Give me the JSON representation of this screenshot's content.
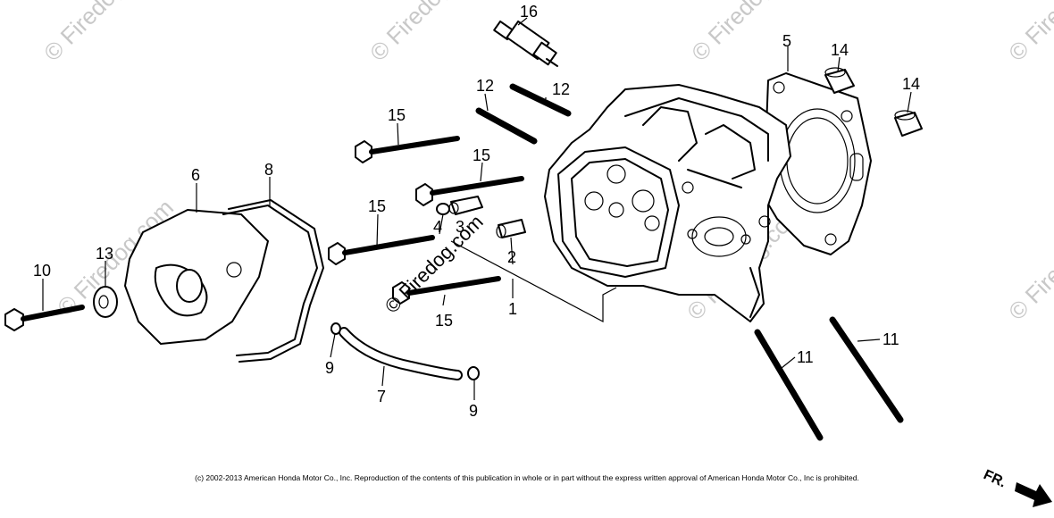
{
  "callouts": [
    "16",
    "5",
    "14",
    "14",
    "12",
    "12",
    "15",
    "15",
    "15",
    "15",
    "6",
    "8",
    "4",
    "3",
    "2",
    "1",
    "13",
    "10",
    "9",
    "7",
    "9",
    "11",
    "11"
  ],
  "watermarks": [
    "© Firedog.com",
    "© Firedog.com",
    "© Firedog.com",
    "© Firedog.com",
    "© Firedog.com",
    "© Firedog.com",
    "© Firedog.com"
  ],
  "center_watermark": "© Firedog.com",
  "copyright": "(c) 2002-2013 American Honda Motor Co., Inc. Reproduction of the contents of this publication in whole or in part without the express written approval of American Honda Motor Co., Inc is prohibited.",
  "front_indicator": "FR."
}
